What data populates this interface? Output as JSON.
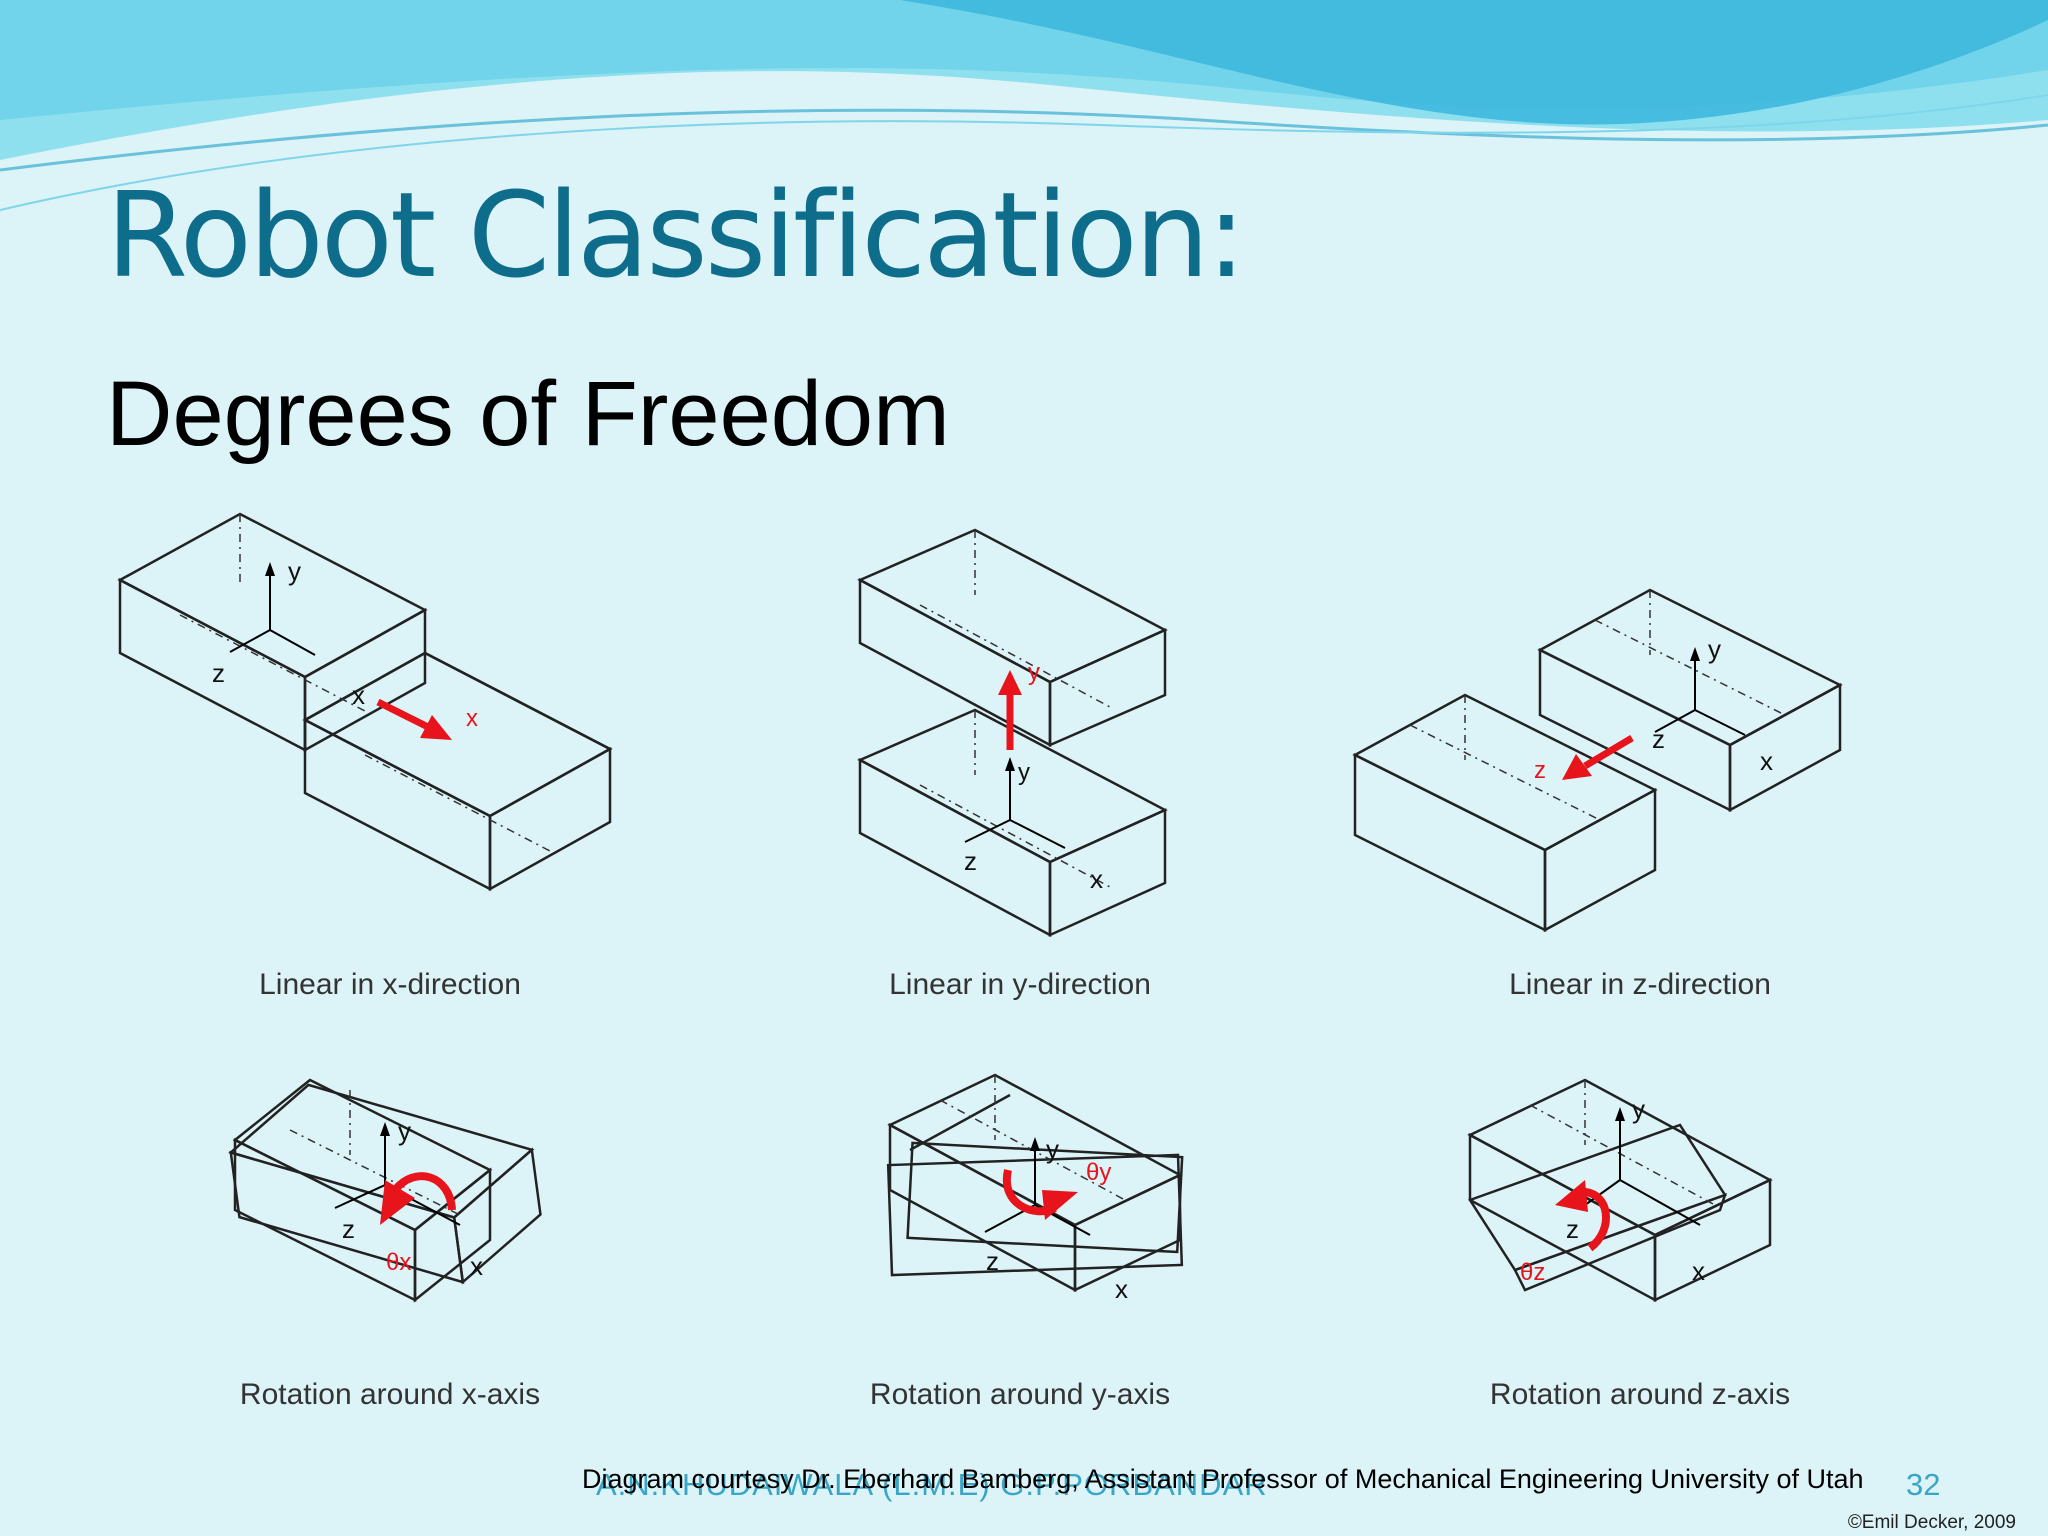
{
  "slide": {
    "title": "Robot Classification:",
    "subtitle": "Degrees of Freedom",
    "diagrams": [
      {
        "caption": "Linear in x-direction",
        "axis_labels": [
          "y",
          "z",
          "x"
        ],
        "motion_label": "x"
      },
      {
        "caption": "Linear in y-direction",
        "axis_labels": [
          "y",
          "z",
          "x"
        ],
        "motion_label": "y"
      },
      {
        "caption": "Linear in z-direction",
        "axis_labels": [
          "y",
          "z",
          "x"
        ],
        "motion_label": "z"
      },
      {
        "caption": "Rotation around x-axis",
        "axis_labels": [
          "y",
          "z",
          "x"
        ],
        "motion_label": "θx"
      },
      {
        "caption": "Rotation around y-axis",
        "axis_labels": [
          "y",
          "z",
          "x"
        ],
        "motion_label": "θy"
      },
      {
        "caption": "Rotation around z-axis",
        "axis_labels": [
          "y",
          "z",
          "x"
        ],
        "motion_label": "θz"
      }
    ],
    "credit": "Diagram courtesy Dr. Eberhard Bamberg, Assistant Professor of Mechanical Engineering University of Utah",
    "footer_author": "A.N.KHUDAIWALA (L.M.E) G.P.PORBANDAR",
    "page_number": "32",
    "copyright": "©Emil Decker, 2009"
  },
  "colors": {
    "background": "#dcf3f8",
    "title": "#0f6d8c",
    "wave": "#3ab6dd",
    "arrow": "#e8141b",
    "line": "#222222"
  }
}
